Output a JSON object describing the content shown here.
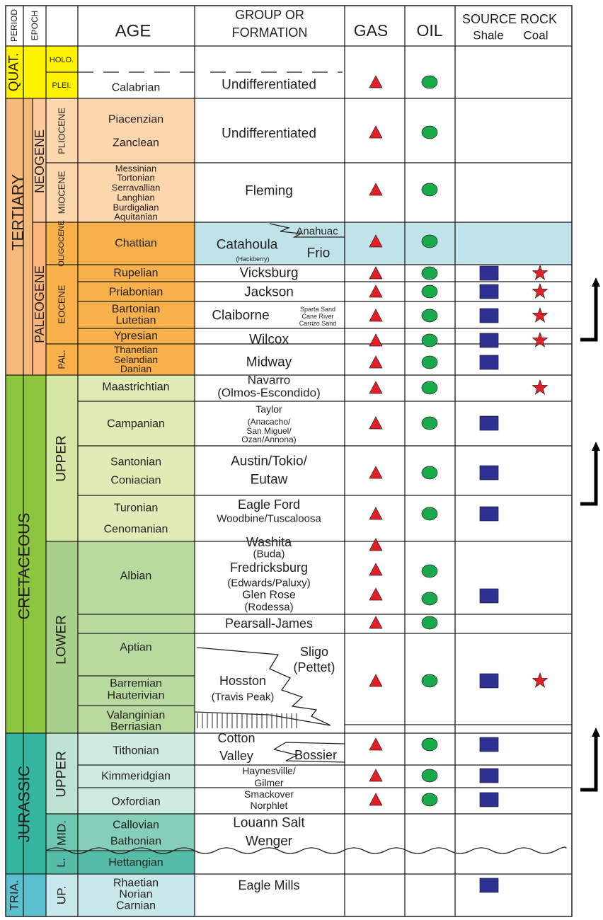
{
  "chart_data": {
    "type": "table",
    "headers": {
      "period": "PERIOD",
      "epoch": "EPOCH",
      "age": "AGE",
      "formation": [
        "GROUP OR",
        "FORMATION"
      ],
      "gas": "GAS",
      "oil": "OIL",
      "source_rock": "SOURCE ROCK",
      "shale": "Shale",
      "coal": "Coal"
    },
    "colors": {
      "quaternary": "#fff200",
      "tertiary": "#f7b97a",
      "neogene": "#fbcb9e",
      "neogene_age": "#fcd6ad",
      "paleogene": "#fbb57a",
      "paleogene_age": "#f8b04a",
      "cretaceous": "#8cc63e",
      "upper_cretaceous": "#d6e6a4",
      "upper_cretaceous_age": "#e0ebb6",
      "lower_cretaceous": "#a8d08d",
      "lower_cretaceous_age": "#b9da9e",
      "jurassic": "#34b5a0",
      "upper_jurassic": "#bfe3d3",
      "upper_jurassic_age": "#cfeadf",
      "middle_jurassic": "#6ec7b1",
      "middle_jurassic_age": "#85cfb9",
      "lower_jurassic": "#54bca7",
      "triassic": "#5bc0cf",
      "triassic_age": "#c9e8ec",
      "oligocene_formation": "#bfe3e8",
      "gas_marker": "#e31e24",
      "oil_marker": "#17a94a",
      "shale_marker": "#2e3192",
      "coal_marker": "#e31e24"
    },
    "periods": [
      "QUAT.",
      "TERTIARY",
      "CRETACEOUS",
      "JURASSIC",
      "TRIA."
    ],
    "subperiods": [
      "NEOGENE",
      "PALEOGENE"
    ],
    "epochs": [
      "HOLO.",
      "PLEI.",
      "PLIOCENE",
      "MIOCENE",
      "OLIGOCENE",
      "EOCENE",
      "PAL.",
      "UPPER",
      "LOWER",
      "UPPER",
      "MID.",
      "L.",
      "UP."
    ],
    "ages": [
      {
        "name": "Calabrian",
        "gas": true,
        "oil": true,
        "shale": false,
        "coal": false
      },
      {
        "name": "Piacenzian / Zanclean",
        "gas": true,
        "oil": true,
        "shale": false,
        "coal": false
      },
      {
        "name": "Messinian / Tortonian / Serravallian / Langhian / Burdigalian / Aquitanian",
        "gas": true,
        "oil": true,
        "shale": false,
        "coal": false
      },
      {
        "name": "Chattian",
        "gas": true,
        "oil": true,
        "shale": false,
        "coal": false
      },
      {
        "name": "Rupelian",
        "gas": true,
        "oil": true,
        "shale": true,
        "coal": true
      },
      {
        "name": "Priabonian",
        "gas": true,
        "oil": true,
        "shale": true,
        "coal": true
      },
      {
        "name": "Bartonian / Lutetian",
        "gas": true,
        "oil": true,
        "shale": true,
        "coal": true
      },
      {
        "name": "Ypresian",
        "gas": true,
        "oil": true,
        "shale": true,
        "coal": true
      },
      {
        "name": "Thanetian / Selandian / Danian",
        "gas": true,
        "oil": true,
        "shale": true,
        "coal": false
      },
      {
        "name": "Maastrichtian",
        "gas": true,
        "oil": true,
        "shale": false,
        "coal": true
      },
      {
        "name": "Campanian",
        "gas": true,
        "oil": true,
        "shale": true,
        "coal": false
      },
      {
        "name": "Santonian / Coniacian",
        "gas": true,
        "oil": true,
        "shale": true,
        "coal": false
      },
      {
        "name": "Turonian / Cenomanian",
        "gas": true,
        "oil": true,
        "shale": true,
        "coal": false
      },
      {
        "name": "Albian",
        "gas": true,
        "oil": true,
        "shale": true,
        "coal": false
      },
      {
        "name": "Aptian",
        "gas": true,
        "oil": true,
        "shale": false,
        "coal": false
      },
      {
        "name": "Barremian / Hauterivian / Valanginian / Berriasian",
        "gas": true,
        "oil": true,
        "shale": true,
        "coal": true
      },
      {
        "name": "Tithonian",
        "gas": true,
        "oil": true,
        "shale": true,
        "coal": false
      },
      {
        "name": "Kimmeridgian",
        "gas": true,
        "oil": true,
        "shale": true,
        "coal": false
      },
      {
        "name": "Oxfordian",
        "gas": true,
        "oil": true,
        "shale": true,
        "coal": false
      },
      {
        "name": "Callovian / Bathonian / Hettangian",
        "gas": false,
        "oil": false,
        "shale": false,
        "coal": false
      },
      {
        "name": "Rhaetian / Norian / Carnian",
        "gas": false,
        "oil": false,
        "shale": true,
        "coal": false
      }
    ],
    "age_labels": {
      "calabrian": "Calabrian",
      "piacenzian": "Piacenzian",
      "zanclean": "Zanclean",
      "miocene": [
        "Messinian",
        "Tortonian",
        "Serravallian",
        "Langhian",
        "Burdigalian",
        "Aquitanian"
      ],
      "chattian": "Chattian",
      "rupelian": "Rupelian",
      "priabonian": "Priabonian",
      "bartonian": "Bartonian",
      "lutetian": "Lutetian",
      "ypresian": "Ypresian",
      "paleocene": [
        "Thanetian",
        "Selandian",
        "Danian"
      ],
      "maastrichtian": "Maastrichtian",
      "campanian": "Campanian",
      "santonian": "Santonian",
      "coniacian": "Coniacian",
      "turonian": "Turonian",
      "cenomanian": "Cenomanian",
      "albian": "Albian",
      "aptian": "Aptian",
      "barremian": "Barremian",
      "hauterivian": "Hauterivian",
      "valanginian": "Valanginian",
      "berriasian": "Berriasian",
      "tithonian": "Tithonian",
      "kimmeridgian": "Kimmeridgian",
      "oxfordian": "Oxfordian",
      "callovian": "Callovian",
      "bathonian": "Bathonian",
      "hettangian": "Hettangian",
      "triassic": [
        "Rhaetian",
        "Norian",
        "Carnian"
      ]
    },
    "formation_labels": {
      "quat": "Undifferentiated",
      "pliocene": "Undifferentiated",
      "fleming": "Fleming",
      "catahoula": "Catahoula",
      "hackberry": "(Hackberry)",
      "anahuac": "Anahuac",
      "frio": "Frio",
      "vicksburg": "Vicksburg",
      "jackson": "Jackson",
      "claiborne": "Claiborne",
      "claiborne_members": [
        "Sparta Sand",
        "Cane River",
        "Carrizo Sand"
      ],
      "wilcox": "Wilcox",
      "midway": "Midway",
      "navarro": [
        "Navarro",
        "(Olmos-Escondido)"
      ],
      "taylor": [
        "Taylor",
        "(Anacacho/",
        "San Miguel/",
        "Ozan/Annona)"
      ],
      "austin": [
        "Austin/Tokio/",
        "Eutaw"
      ],
      "eagle_ford": [
        "Eagle Ford",
        "Woodbine/Tuscaloosa"
      ],
      "washita": [
        "Washita",
        "(Buda)"
      ],
      "fredricksburg": [
        "Fredricksburg",
        "(Edwards/Paluxy)"
      ],
      "glen_rose": [
        "Glen Rose",
        "(Rodessa)"
      ],
      "pearsall": "Pearsall-James",
      "sligo": [
        "Sligo",
        "(Pettet)"
      ],
      "hosston": [
        "Hosston",
        "(Travis Peak)"
      ],
      "cotton_valley": [
        "Cotton",
        "Valley"
      ],
      "bossier": "Bossier",
      "haynesville": [
        "Haynesville/",
        "Gilmer"
      ],
      "smackover": [
        "Smackover",
        "Norphlet"
      ],
      "louann": [
        "Louann Salt",
        "Wenger"
      ],
      "eagle_mills": "Eagle Mills"
    }
  }
}
